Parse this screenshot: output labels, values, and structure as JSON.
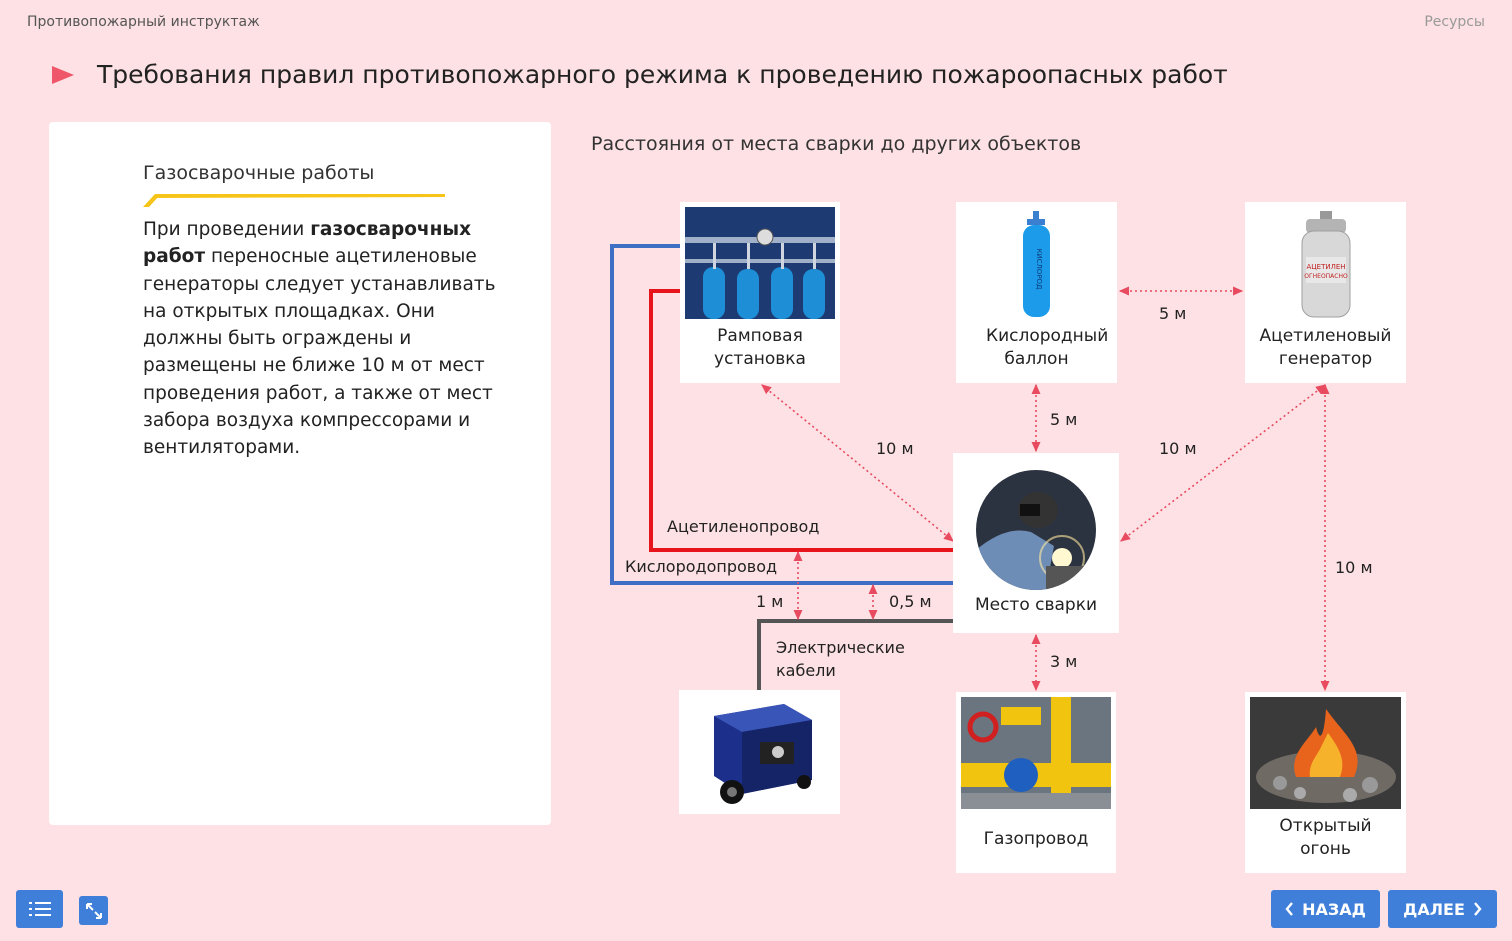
{
  "header": {
    "course_title": "Противопожарный инструктаж",
    "resources": "Ресурсы",
    "page_heading": "Требования правил противопожарного режима к проведению пожароопасных работ"
  },
  "card": {
    "title": "Газосварочные работы",
    "body_before": "При проведении ",
    "body_bold": "газосварочных работ",
    "body_after": " переносные ацетиленовые генераторы следует устанавливать на открытых площадках. Они должны быть ограждены и размещены не ближе 10 м от мест проведения работ, а также от мест забора воздуха компрессорами и вентиляторами."
  },
  "diagram": {
    "title": "Расстояния от места сварки до других объектов",
    "nodes": {
      "ramp": "Рамповая установка",
      "oxygen": "Кислородный баллон",
      "acetylene": "Ацетиленовый генератор",
      "welding": "Место сварки",
      "welder_machine": "",
      "gas_pipe": "Газопровод",
      "fire": "Открытый огонь"
    },
    "pipes": {
      "acetylene_pipe": "Ацетиленопровод",
      "oxygen_pipe": "Кислородопровод",
      "cables": "Электрические кабели"
    },
    "distances": {
      "oxygen_acetylene": "5 м",
      "oxygen_welding": "5 м",
      "ramp_welding": "10 м",
      "acetylene_welding": "10 м",
      "acetylene_fire": "10 м",
      "pipe_cable": "1 м",
      "oxygen_pipe_cable": "0,5 м",
      "welding_gas": "3 м"
    },
    "colors": {
      "oxygen_line": "#3f6fc4",
      "acetylene_line": "#e8141c",
      "cable_line": "#555555",
      "distance_line": "#e84a5f"
    }
  },
  "nav": {
    "back": "НАЗАД",
    "next": "ДАЛЕЕ"
  }
}
